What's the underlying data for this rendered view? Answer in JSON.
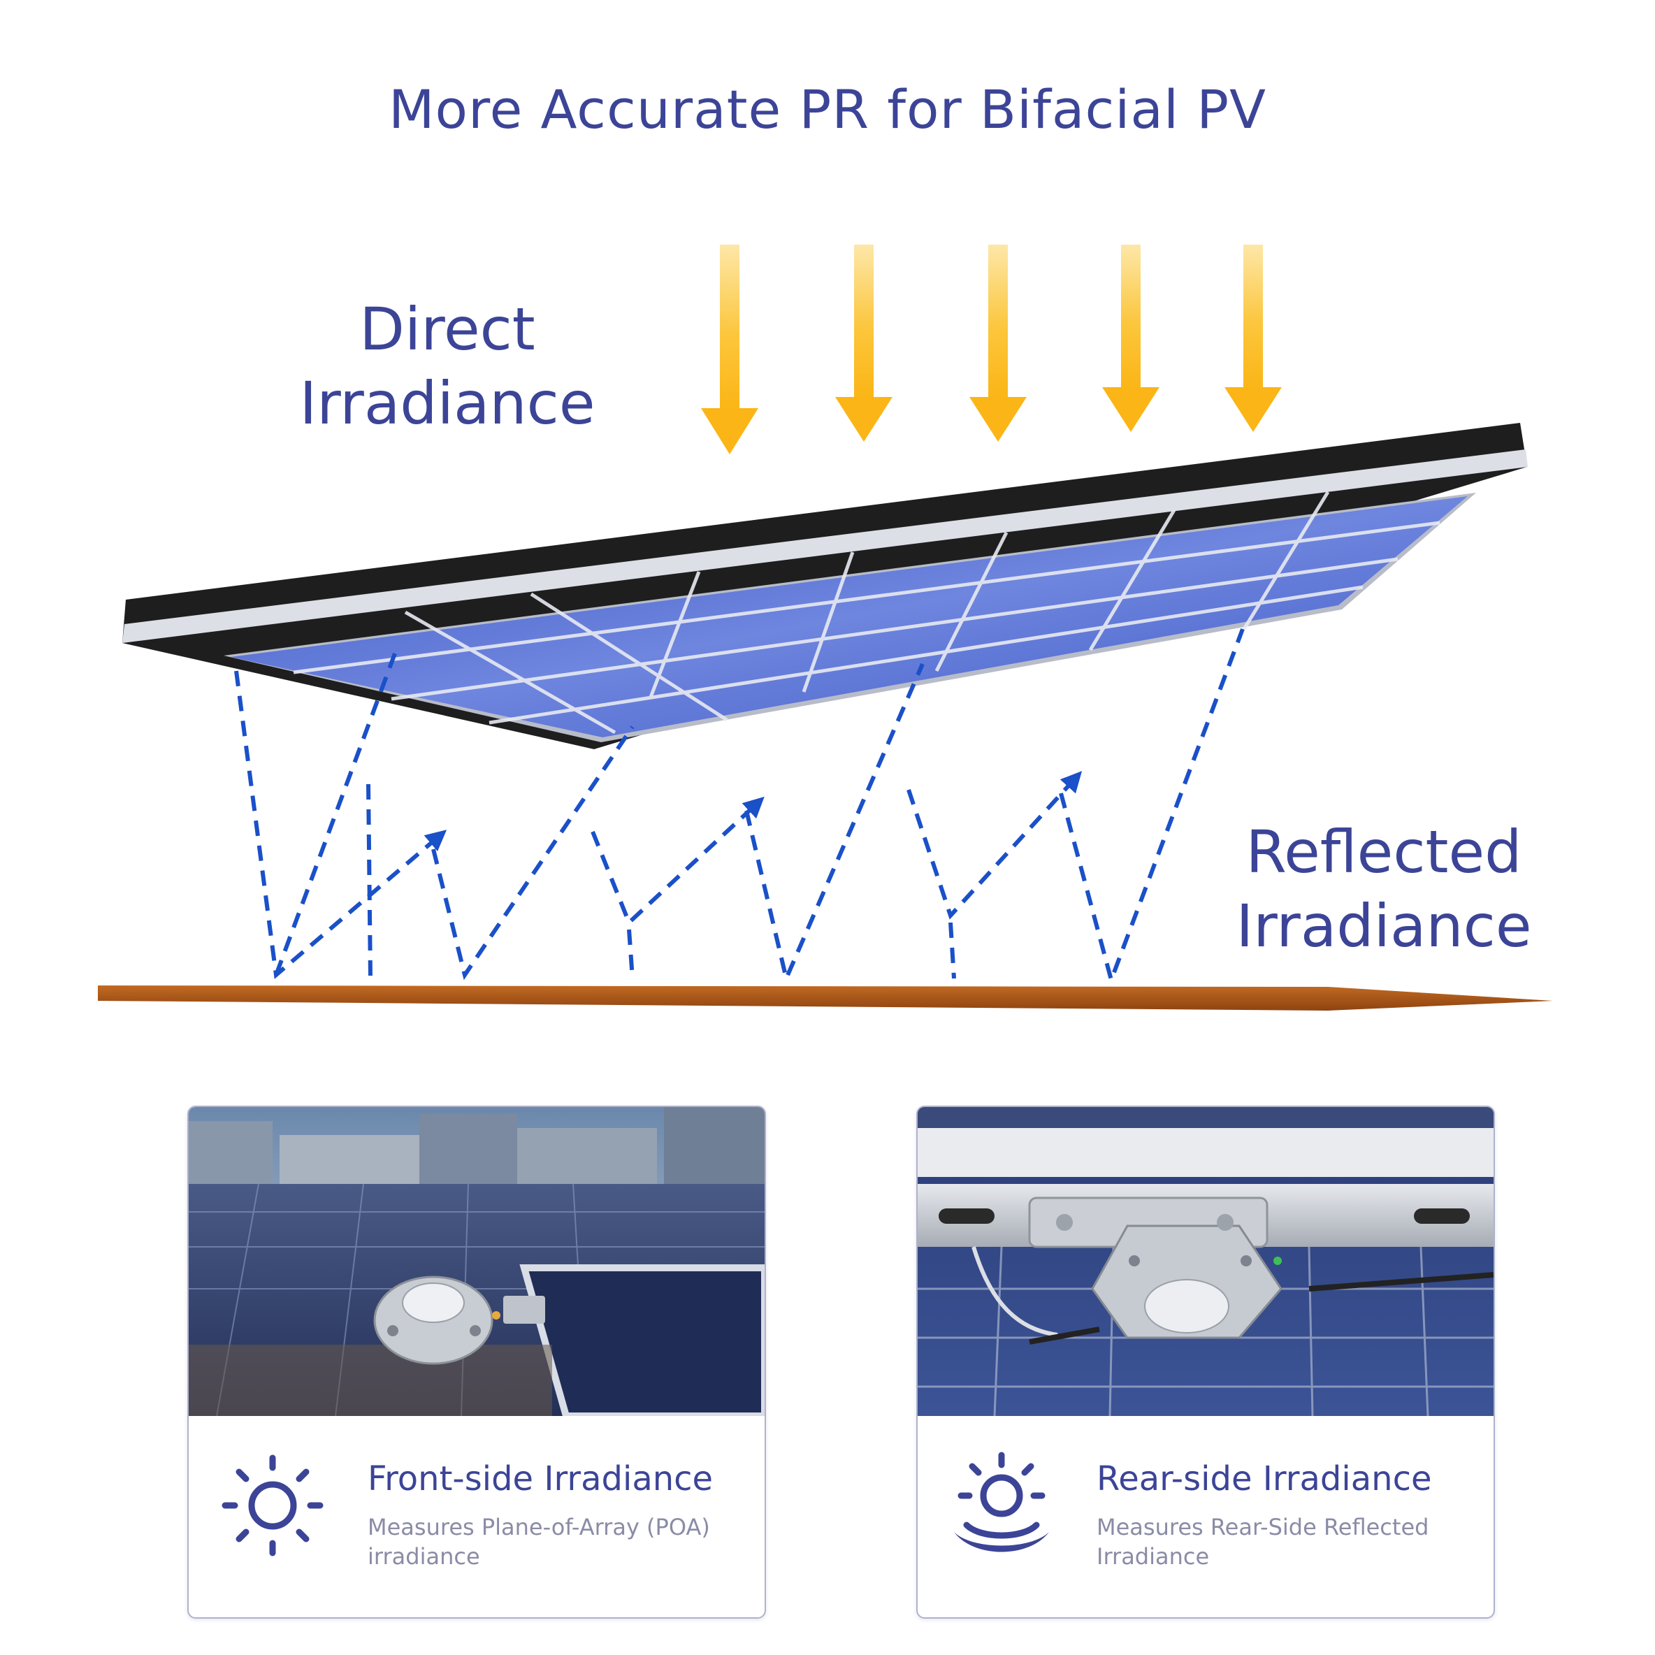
{
  "title": "More Accurate PR for Bifacial PV",
  "labels": {
    "direct": "Direct Irradiance",
    "reflected": "Reflected Irradiance"
  },
  "colors": {
    "title": "#3c4497",
    "sun_arrow": "#fbb516",
    "reflected_arrow": "#1a50c8",
    "ground": "#b0591a",
    "panel_cells": "#4a60c8",
    "panel_frame": "#1e1e1e"
  },
  "cards": [
    {
      "heading": "Front-side Irradiance",
      "description": "Measures Plane-of-Array (POA) irradiance",
      "icon": "sun-icon"
    },
    {
      "heading": "Rear-side Irradiance",
      "description": "Measures Rear-Side Reflected Irradiance",
      "icon": "sun-reflected-icon"
    }
  ]
}
